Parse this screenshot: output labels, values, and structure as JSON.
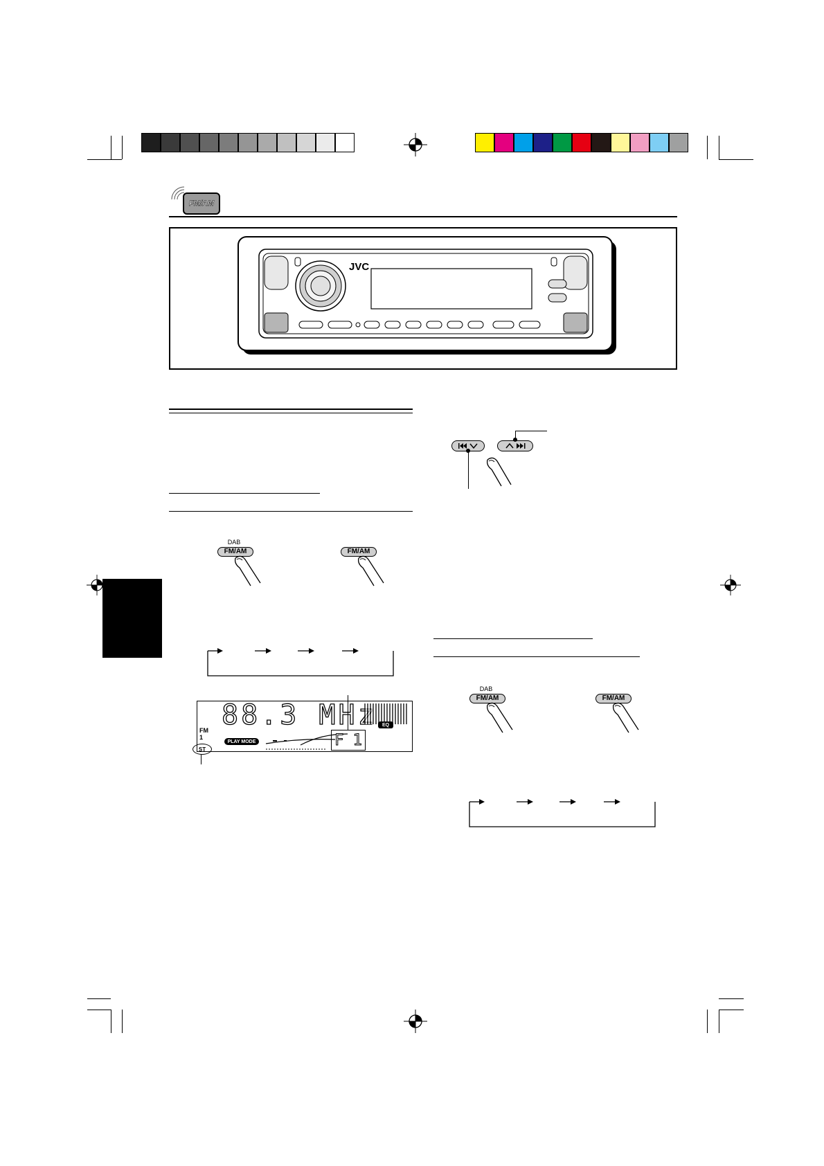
{
  "calibration": {
    "grayscale": [
      "#1e1e1e",
      "#3a3a3a",
      "#505050",
      "#666666",
      "#7c7c7c",
      "#959595",
      "#aaaaaa",
      "#c0c0c0",
      "#d6d6d6",
      "#ebebeb",
      "#ffffff"
    ],
    "colors": [
      "#ffef00",
      "#e4007f",
      "#00a0e9",
      "#1d2088",
      "#009944",
      "#e60012",
      "#231815",
      "#fff799",
      "#f19ec2",
      "#7ecef4",
      "#9fa0a0"
    ]
  },
  "header": {
    "source_icon_text": "FM/AM"
  },
  "unit": {
    "brand": "JVC"
  },
  "buttons": {
    "dab_label": "DAB",
    "fm_am_label": "FM/AM"
  },
  "display": {
    "frequency": "88.3 MHz",
    "band": "FM",
    "band_number": "1",
    "play_mode": "PLAY MODE",
    "eq": "EQ",
    "preset": "F 1",
    "stereo": "ST"
  },
  "icons": {
    "skip_back": "skip-back-icon",
    "skip_forward": "skip-forward-icon",
    "registration": "registration-mark-icon"
  }
}
